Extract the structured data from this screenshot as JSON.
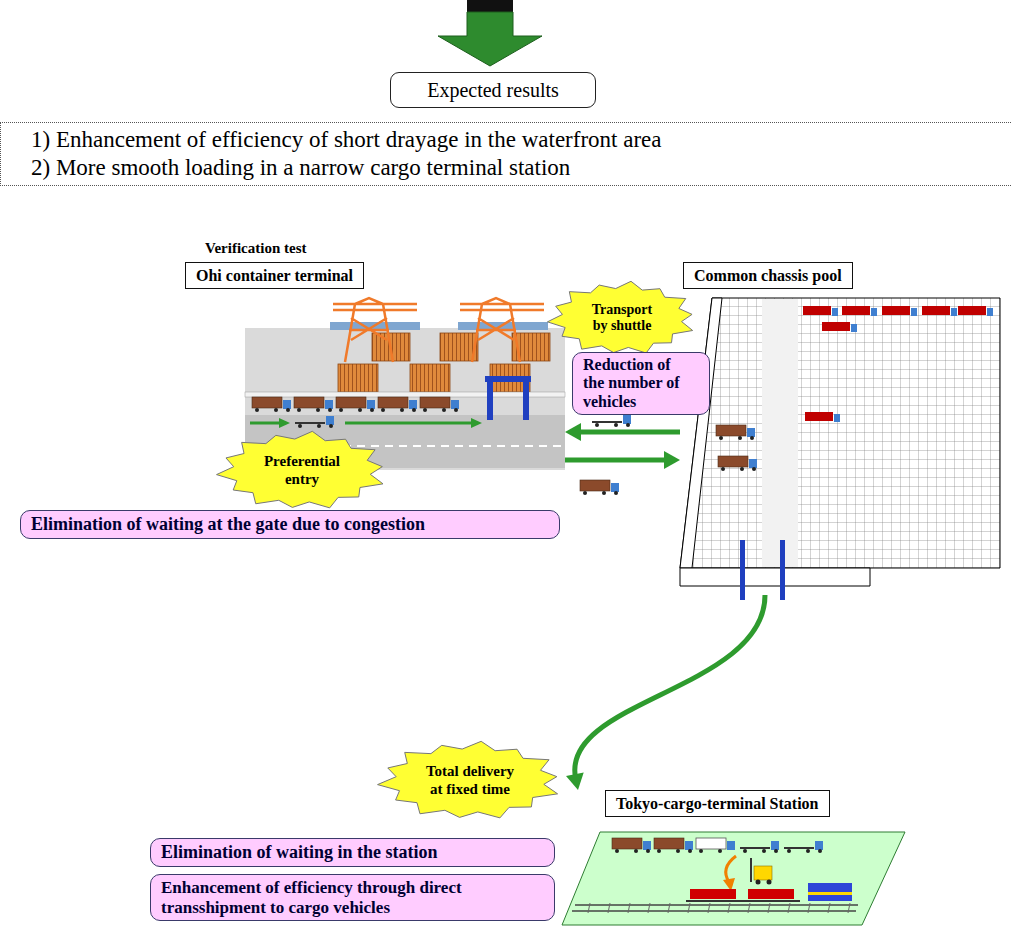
{
  "diagram": {
    "nodes": [
      {
        "text": [
          "Expected results"
        ]
      },
      {
        "text": [
          "1) Enhancement of efficiency of short drayage in the waterfront area",
          "2) More smooth loading in a narrow cargo terminal station"
        ]
      },
      {
        "text": [
          "Ohi container terminal"
        ]
      },
      {
        "text": [
          "Common chassis pool"
        ]
      },
      {
        "text": [
          "Transport by shuttle"
        ]
      },
      {
        "text": [
          "Reduction of the number of vehicles"
        ]
      },
      {
        "text": [
          "Preferential entry"
        ]
      },
      {
        "text": [
          "Elimination of waiting at the gate due to congestion"
        ]
      },
      {
        "text": [
          "Total delivery at fixed time"
        ]
      },
      {
        "text": [
          "Tokyo-cargo-terminal Station"
        ]
      },
      {
        "text": [
          "Elimination of waiting in the station"
        ]
      },
      {
        "text": [
          "Enhancement of efficiency through direct transshipment to cargo vehicles"
        ]
      }
    ],
    "edges": [
      {
        "from": 3,
        "to": 2,
        "arrow": "to"
      },
      {
        "from": 2,
        "to": 3,
        "arrow": "to"
      },
      {
        "from": 3,
        "to": 9,
        "arrow": "to"
      }
    ],
    "labels": [
      "Verification test"
    ]
  }
}
